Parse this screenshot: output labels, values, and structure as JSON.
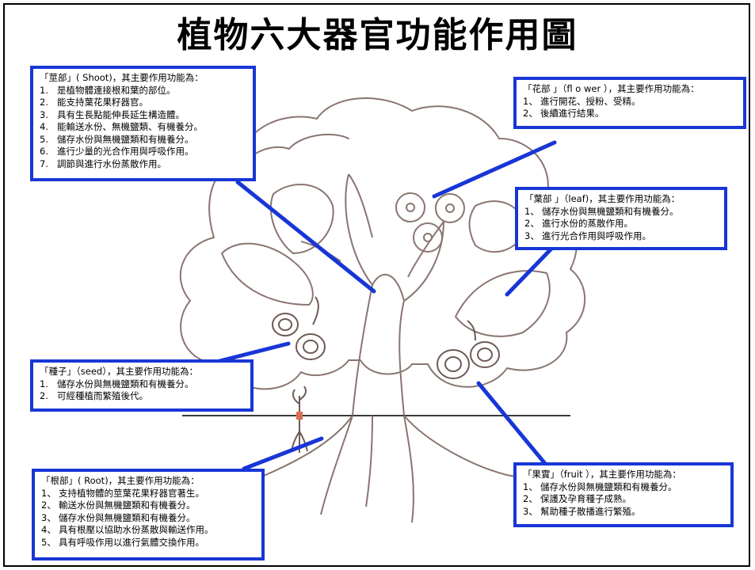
{
  "title": "植物六大器官功能作用圖",
  "colors": {
    "callout_border": "#1836d6",
    "pointer": "#1836d6",
    "sketch": "#8a7570",
    "ground": "#3a3a3a"
  },
  "callouts": {
    "stem": {
      "heading": "「莖部」( Shoot)，其主要作用功能為：",
      "items": [
        {
          "num": "1.",
          "text": "是植物體連接根和葉的部位。"
        },
        {
          "num": "2.",
          "text": "能支持葉花果籽器官。"
        },
        {
          "num": "3.",
          "text": "具有生長點能伸長延生構造體。"
        },
        {
          "num": "4.",
          "text": "能輸送水份、無機鹽類、有機養分。"
        },
        {
          "num": "5.",
          "text": "儲存水份與無機鹽類和有機養分。"
        },
        {
          "num": "6.",
          "text": "進行少量的光合作用與呼吸作用。"
        },
        {
          "num": "7.",
          "text": "調節與進行水份蒸散作用。"
        }
      ]
    },
    "flower": {
      "heading": "「花部 」（fl o wer ），其主要作用功能為：",
      "items": [
        {
          "num": "1、",
          "text": "進行開花、授粉、受精。"
        },
        {
          "num": "2、",
          "text": "後續進行結果。"
        }
      ]
    },
    "leaf": {
      "heading": "「葉部 」（leaf)，其主要作用功能為：",
      "items": [
        {
          "num": "1、",
          "text": "儲存水份與無機鹽類和有機養分。"
        },
        {
          "num": "2、",
          "text": "進行水份的蒸散作用。"
        },
        {
          "num": "3、",
          "text": "進行光合作用與呼吸作用。"
        }
      ]
    },
    "seed": {
      "heading": "「種子」（seed），其主要作用功能為：",
      "items": [
        {
          "num": "1.",
          "text": "儲存水份與無機鹽類和有機養分。"
        },
        {
          "num": "2.",
          "text": "可經種植而繁殖後代。"
        }
      ]
    },
    "root": {
      "heading": "「根部」( Root)，其主要作用功能為：",
      "items": [
        {
          "num": "1、",
          "text": "支持植物體的莖葉花果籽器官著生。"
        },
        {
          "num": "2、",
          "text": "輸送水份與無機鹽類和有機養分。"
        },
        {
          "num": "3、",
          "text": "儲存水份與無機鹽類和有機養分。"
        },
        {
          "num": "4、",
          "text": "具有根壓以協助水份蒸散與輸送作用。"
        },
        {
          "num": "5、",
          "text": "具有呼吸作用以進行氣體交換作用。"
        }
      ]
    },
    "fruit": {
      "heading": "「果實」（fruit ），其主要作用功能為：",
      "items": [
        {
          "num": "1、",
          "text": "儲存水份與無機鹽類和有機養分。"
        },
        {
          "num": "2、",
          "text": "保護及孕育種子成熟。"
        },
        {
          "num": "3、",
          "text": "幫助種子散播進行繁殖。"
        }
      ]
    }
  }
}
